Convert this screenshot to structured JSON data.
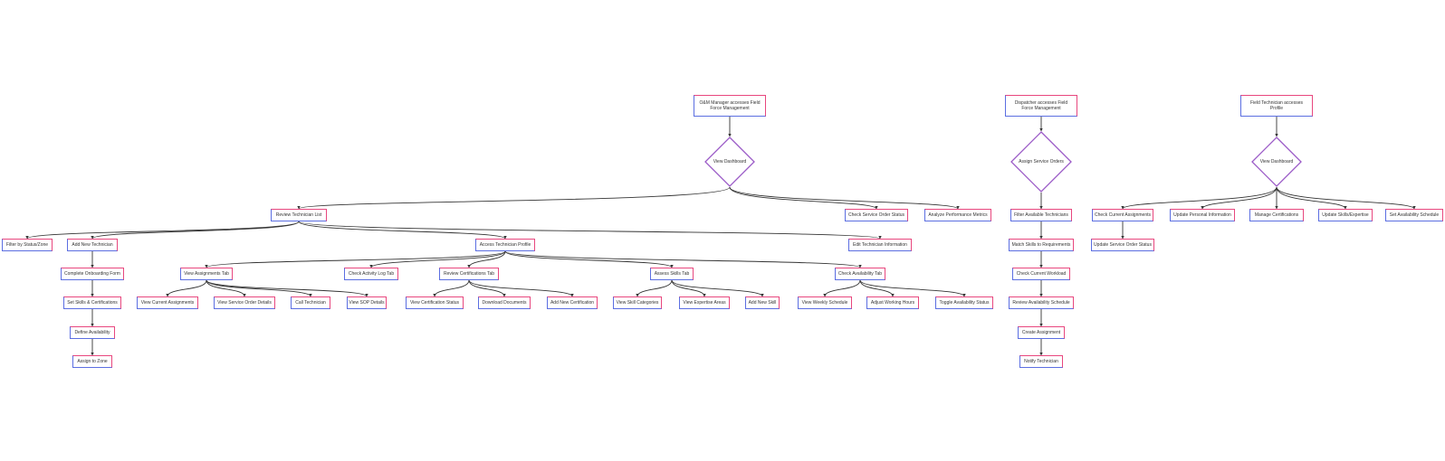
{
  "colors": {
    "border_a": "#e8477e",
    "border_b": "#5b6ee1",
    "edge": "#333333"
  },
  "nodes": {
    "om_start": "O&M Manager accesses Field Force Management",
    "om_dashboard": "View Dashboard",
    "review_list": "Review Technician List",
    "check_so_status": "Check Service Order Status",
    "analyze_metrics": "Analyze Performance Metrics",
    "filter_status": "Filter by Status/Zone",
    "add_tech": "Add New Technician",
    "onboarding": "Complete Onboarding Form",
    "set_skills": "Set Skills & Certifications",
    "define_avail": "Define Availability",
    "assign_zone": "Assign to Zone",
    "access_profile": "Access Technician Profile",
    "edit_info": "Edit Technician Information",
    "assignments_tab": "View Assignments Tab",
    "activity_log": "Check Activity Log Tab",
    "cert_tab": "Review Certifications Tab",
    "skills_tab": "Assess Skills Tab",
    "avail_tab": "Check Availability Tab",
    "view_current": "View Current Assignments",
    "view_so_details": "View Service Order Details",
    "call_tech": "Call Technician",
    "view_sop": "View SOP Details",
    "view_cert_status": "View Certification Status",
    "download_docs": "Download Documents",
    "add_cert": "Add New Certification",
    "skill_categories": "View Skill Categories",
    "expertise_areas": "View Expertise Areas",
    "add_skill": "Add New Skill",
    "weekly_schedule": "View Weekly Schedule",
    "adjust_hours": "Adjust Working Hours",
    "toggle_avail": "Toggle Availability Status",
    "disp_start": "Dispatcher accesses Field Force Management",
    "assign_so": "Assign Service Orders",
    "filter_avail": "Filter Available Technicians",
    "match_skills": "Match Skills to Requirements",
    "check_workload": "Check Current Workload",
    "review_schedule": "Review Availability Schedule",
    "create_assignment": "Create Assignment",
    "notify_tech": "Notify Technician",
    "ft_start": "Field Technician accesses Profile",
    "ft_dashboard": "View Dashboard",
    "check_assignments": "Check Current Assignments",
    "update_personal": "Update Personal Information",
    "manage_certs": "Manage Certifications",
    "update_skills": "Update Skills/Expertise",
    "set_schedule": "Set Availability Schedule",
    "update_so_status": "Update Service Order Status"
  },
  "edges": [
    [
      "om_start",
      "om_dashboard"
    ],
    [
      "om_dashboard",
      "review_list"
    ],
    [
      "om_dashboard",
      "check_so_status"
    ],
    [
      "om_dashboard",
      "analyze_metrics"
    ],
    [
      "review_list",
      "filter_status"
    ],
    [
      "review_list",
      "add_tech"
    ],
    [
      "review_list",
      "access_profile"
    ],
    [
      "review_list",
      "edit_info"
    ],
    [
      "add_tech",
      "onboarding"
    ],
    [
      "onboarding",
      "set_skills"
    ],
    [
      "set_skills",
      "define_avail"
    ],
    [
      "define_avail",
      "assign_zone"
    ],
    [
      "access_profile",
      "assignments_tab"
    ],
    [
      "access_profile",
      "activity_log"
    ],
    [
      "access_profile",
      "cert_tab"
    ],
    [
      "access_profile",
      "skills_tab"
    ],
    [
      "access_profile",
      "avail_tab"
    ],
    [
      "assignments_tab",
      "view_current"
    ],
    [
      "assignments_tab",
      "view_so_details"
    ],
    [
      "assignments_tab",
      "call_tech"
    ],
    [
      "assignments_tab",
      "view_sop"
    ],
    [
      "cert_tab",
      "view_cert_status"
    ],
    [
      "cert_tab",
      "download_docs"
    ],
    [
      "cert_tab",
      "add_cert"
    ],
    [
      "skills_tab",
      "skill_categories"
    ],
    [
      "skills_tab",
      "expertise_areas"
    ],
    [
      "skills_tab",
      "add_skill"
    ],
    [
      "avail_tab",
      "weekly_schedule"
    ],
    [
      "avail_tab",
      "adjust_hours"
    ],
    [
      "avail_tab",
      "toggle_avail"
    ],
    [
      "disp_start",
      "assign_so"
    ],
    [
      "assign_so",
      "filter_avail"
    ],
    [
      "filter_avail",
      "match_skills"
    ],
    [
      "match_skills",
      "check_workload"
    ],
    [
      "check_workload",
      "review_schedule"
    ],
    [
      "review_schedule",
      "create_assignment"
    ],
    [
      "create_assignment",
      "notify_tech"
    ],
    [
      "ft_start",
      "ft_dashboard"
    ],
    [
      "ft_dashboard",
      "check_assignments"
    ],
    [
      "ft_dashboard",
      "update_personal"
    ],
    [
      "ft_dashboard",
      "manage_certs"
    ],
    [
      "ft_dashboard",
      "update_skills"
    ],
    [
      "ft_dashboard",
      "set_schedule"
    ],
    [
      "check_assignments",
      "update_so_status"
    ]
  ]
}
